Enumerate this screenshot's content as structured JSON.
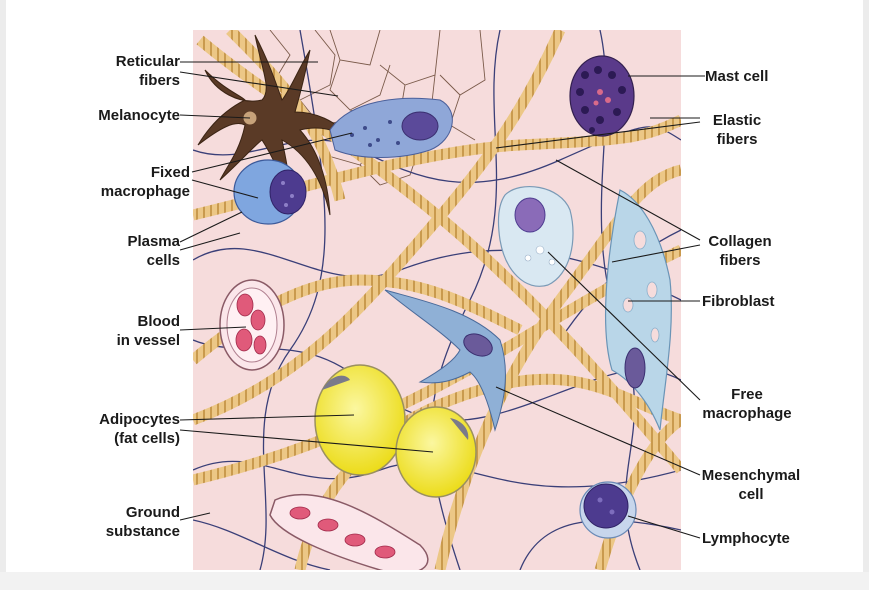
{
  "labels": {
    "reticular_fibers": [
      "Reticular",
      "fibers"
    ],
    "melanocyte": "Melanocyte",
    "fixed_macrophage": [
      "Fixed",
      "macrophage"
    ],
    "plasma_cells": [
      "Plasma",
      "cells"
    ],
    "blood_vessel": [
      "Blood",
      "in vessel"
    ],
    "adipocytes": [
      "Adipocytes",
      "(fat cells)"
    ],
    "ground_substance": [
      "Ground",
      "substance"
    ],
    "mast_cell": "Mast cell",
    "elastic_fibers": [
      "Elastic",
      "fibers"
    ],
    "collagen_fibers": [
      "Collagen",
      "fibers"
    ],
    "fibroblast": "Fibroblast",
    "free_macrophage": [
      "Free",
      "macrophage"
    ],
    "mesenchymal_cell": [
      "Mesenchymal",
      "cell"
    ],
    "lymphocyte": "Lymphocyte"
  },
  "colors": {
    "matrix": "#f6dcdc",
    "collagen": "#e8c07a",
    "elastic": "#3a3f78",
    "fat": "#f4ea3c",
    "nucleus": "#6a4fa0",
    "fibroblast": "#b9d6e8"
  }
}
